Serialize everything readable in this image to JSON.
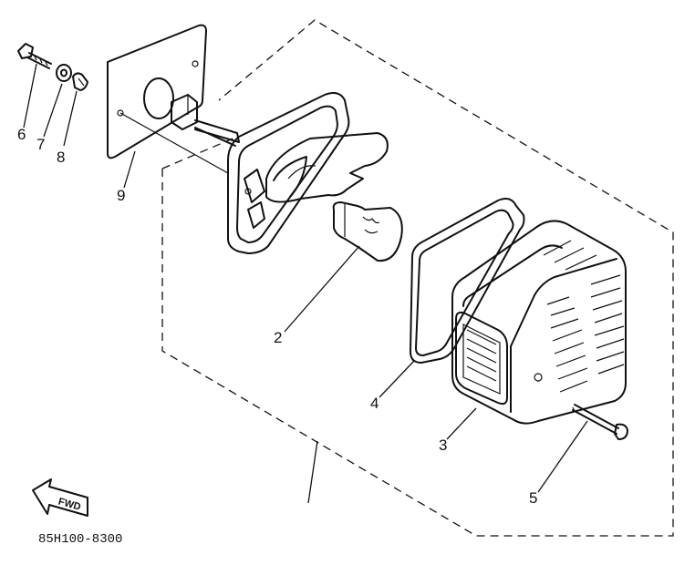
{
  "diagram": {
    "callouts": {
      "c6": "6",
      "c7": "7",
      "c8": "8",
      "c9": "9",
      "c2": "2",
      "c4": "4",
      "c3": "3",
      "c5": "5"
    },
    "fwd_label": "FWD",
    "part_code": "85H100-8300"
  }
}
